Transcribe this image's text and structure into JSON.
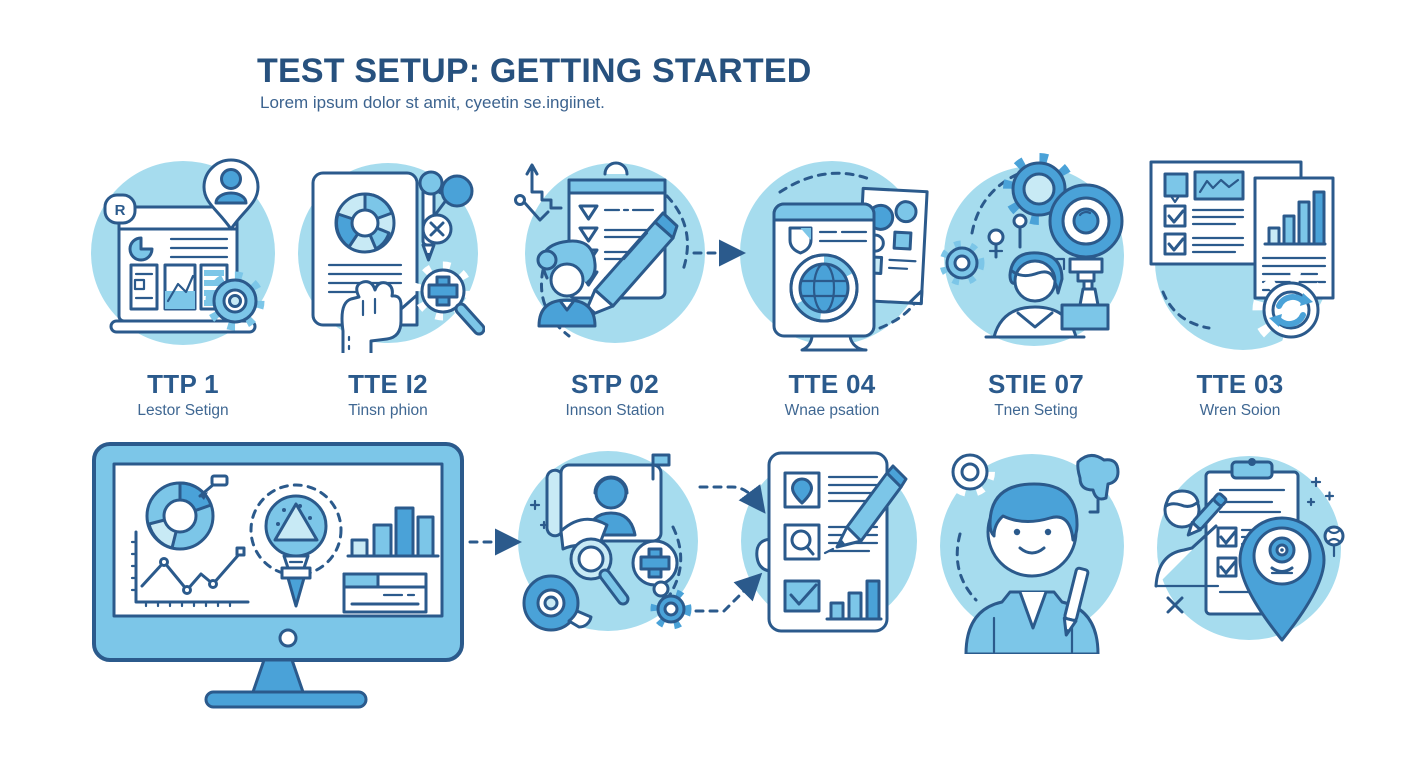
{
  "header": {
    "title": "TEST SETUP: GETTING STARTED",
    "subtitle": "Lorem ipsum dolor st amit, cyeetin se.ingiinet."
  },
  "steps": [
    {
      "code": "TTP 1",
      "label": "Lestor Setign"
    },
    {
      "code": "TTE I2",
      "label": "Tinsn phion"
    },
    {
      "code": "STP 02",
      "label": "Innson Station"
    },
    {
      "code": "TTE 04",
      "label": "Wnae psation"
    },
    {
      "code": "STIE 07",
      "label": "Tnen Seting"
    },
    {
      "code": "TTE 03",
      "label": "Wren Soion"
    }
  ],
  "badges": {
    "r": "R"
  },
  "icons": {
    "step1": "report-window-user-pin-gear",
    "step2": "hand-tablet-donut-chart-molecule-gear-magnifier",
    "step3": "checklist-clipboard-pencil-woman",
    "step4": "mobile-globe-document-shapes",
    "step5": "scientist-gears-lens-target",
    "step6": "dashboard-report-refresh-gear",
    "bottom1": "analysis-magnifier-plus-disc-gear",
    "bottom2": "form-checkboxes-barchart-pencil",
    "bottom3": "smiling-person-gear-pencil",
    "bottom4": "clipboard-checklist-webcam-pin-person",
    "monitor": "analytics-monitor-dashboard"
  },
  "colors": {
    "title": "#27517e",
    "navy_stroke": "#2b5a8c",
    "circle_fill": "#a6dcee",
    "accent_blue": "#4aa2d8",
    "mid_blue": "#7cc6e8",
    "pale_blue": "#c8eaf5",
    "background": "#ffffff"
  }
}
